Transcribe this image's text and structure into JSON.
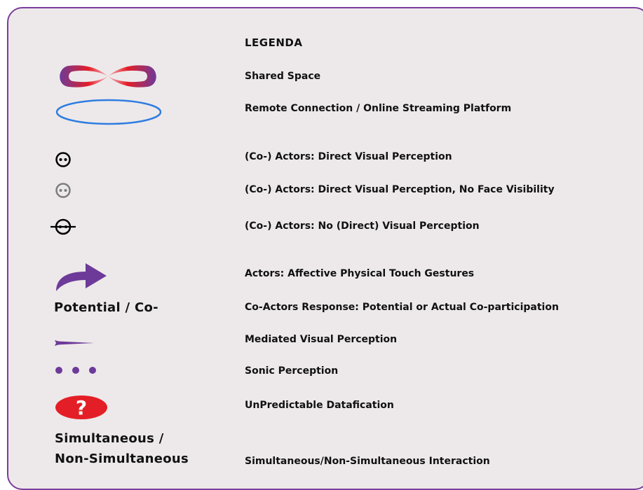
{
  "legend": {
    "title": "LEGENDA",
    "items": [
      {
        "icon": "infinity-shared-space-icon",
        "label": "Shared Space"
      },
      {
        "icon": "blue-ellipse-icon",
        "label": "Remote Connection / Online Streaming Platform"
      },
      {
        "icon": "face-black-icon",
        "label": "(Co-) Actors: Direct Visual Perception"
      },
      {
        "icon": "face-grey-icon",
        "label": "(Co-) Actors: Direct Visual Perception, No Face Visibility"
      },
      {
        "icon": "face-crossed-icon",
        "label": "(Co-) Actors: No (Direct) Visual Perception"
      },
      {
        "icon": "curved-arrow-icon",
        "label": "Actors: Affective Physical Touch Gestures"
      },
      {
        "symbol_text": "Potential / Co-",
        "label": "Co-Actors Response: Potential or Actual Co-participation"
      },
      {
        "icon": "dart-arrow-icon",
        "label": "Mediated Visual Perception"
      },
      {
        "icon": "dots-icon",
        "label": "Sonic Perception"
      },
      {
        "icon": "question-badge-icon",
        "badge_text": "?",
        "label": "UnPredictable Datafication"
      },
      {
        "symbol_text_line1": "Simultaneous /",
        "symbol_text_line2": "Non-Simultaneous",
        "label": "Simultaneous/Non-Simultaneous Interaction"
      }
    ]
  },
  "colors": {
    "panel_background": "#ede9ea",
    "panel_border": "#7a3d9c",
    "purple": "#6d3a9a",
    "red": "#e41e26",
    "blue": "#2f7de1",
    "grey_face": "#7d7d7d"
  }
}
